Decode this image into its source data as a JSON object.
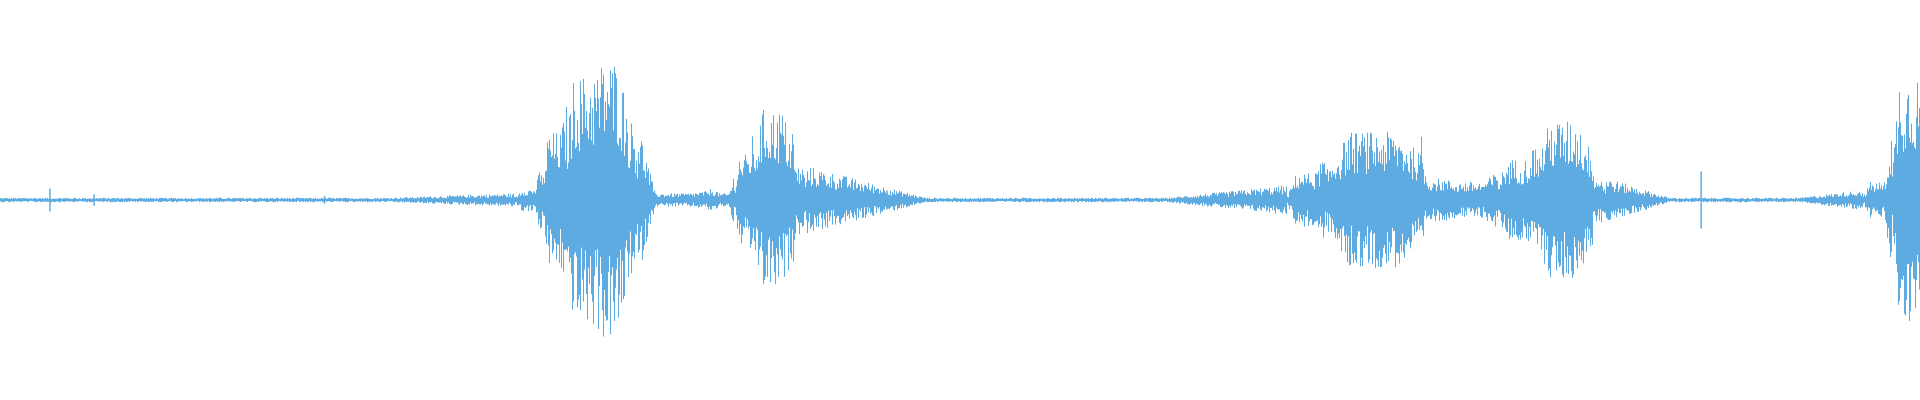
{
  "waveform": {
    "color": "#5eabe2",
    "background": "#ffffff",
    "duration_fraction_shown": 1.0,
    "segments": [
      {
        "start": 0.0,
        "end": 0.268,
        "amplitude": 0.01
      },
      {
        "start": 0.268,
        "end": 0.282,
        "amplitude": 0.05
      },
      {
        "start": 0.282,
        "end": 0.295,
        "amplitude": 0.3
      },
      {
        "start": 0.295,
        "end": 0.31,
        "amplitude": 0.55
      },
      {
        "start": 0.31,
        "end": 0.325,
        "amplitude": 0.62
      },
      {
        "start": 0.325,
        "end": 0.332,
        "amplitude": 0.35
      },
      {
        "start": 0.332,
        "end": 0.368,
        "amplitude": 0.03
      },
      {
        "start": 0.368,
        "end": 0.372,
        "amplitude": 0.05
      },
      {
        "start": 0.372,
        "end": 0.382,
        "amplitude": 0.03
      },
      {
        "start": 0.382,
        "end": 0.392,
        "amplitude": 0.2
      },
      {
        "start": 0.392,
        "end": 0.412,
        "amplitude": 0.4
      },
      {
        "start": 0.412,
        "end": 0.42,
        "amplitude": 0.15
      },
      {
        "start": 0.42,
        "end": 0.67,
        "amplitude": 0.01
      },
      {
        "start": 0.67,
        "end": 0.69,
        "amplitude": 0.12
      },
      {
        "start": 0.69,
        "end": 0.74,
        "amplitude": 0.3
      },
      {
        "start": 0.74,
        "end": 0.75,
        "amplitude": 0.1
      },
      {
        "start": 0.75,
        "end": 0.78,
        "amplitude": 0.08
      },
      {
        "start": 0.78,
        "end": 0.8,
        "amplitude": 0.18
      },
      {
        "start": 0.8,
        "end": 0.828,
        "amplitude": 0.35
      },
      {
        "start": 0.828,
        "end": 0.836,
        "amplitude": 0.1
      },
      {
        "start": 0.836,
        "end": 0.97,
        "amplitude": 0.01
      },
      {
        "start": 0.97,
        "end": 0.985,
        "amplitude": 0.08
      },
      {
        "start": 0.985,
        "end": 1.0,
        "amplitude": 0.55
      }
    ],
    "spikes": [
      {
        "at": 0.026,
        "amplitude": 0.06
      },
      {
        "at": 0.049,
        "amplitude": 0.03
      },
      {
        "at": 0.169,
        "amplitude": 0.02
      },
      {
        "at": 0.462,
        "amplitude": 0.05
      },
      {
        "at": 0.886,
        "amplitude": 0.15
      }
    ]
  }
}
